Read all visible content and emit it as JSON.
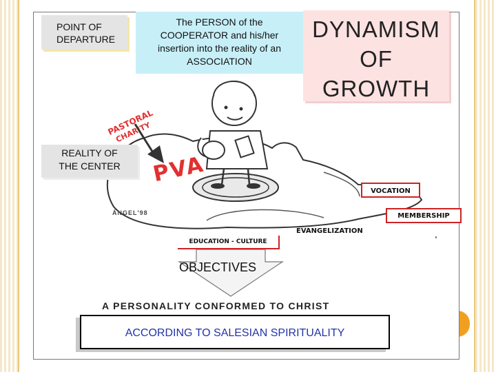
{
  "boxes": {
    "point_of_departure": "POINT OF DEPARTURE",
    "person_line1": "The PERSON of the",
    "person_line2": "COOPERATOR and his/her",
    "person_line3": "insertion into the reality of an",
    "person_line4": "ASSOCIATION",
    "dynamism_line1": "DYNAMISM",
    "dynamism_line2": "OF",
    "dynamism_line3": "GROWTH",
    "reality_line1": "REALITY  OF",
    "reality_line2": "THE CENTER"
  },
  "illustration": {
    "curved_word1": "PASTORAL",
    "curved_word2": "CHARITY",
    "pva": "PVA",
    "signature": "ÁNGEL'98"
  },
  "labels": {
    "vocation": "VOCATION",
    "membership": "MEMBERSHIP",
    "evangelization": "EVANGELIZATION",
    "education_culture": "EDUCATION - CULTURE"
  },
  "objectives": "OBJECTIVES",
  "personality": "A PERSONALITY CONFORMED TO CHRIST",
  "spirituality": "ACCORDING TO SALESIAN SPIRITUALITY",
  "colors": {
    "accent_red": "#cc2222",
    "dynamism_bg": "#fde2e2",
    "person_bg": "#c7eff7",
    "grey_box": "#e4e4e4"
  }
}
